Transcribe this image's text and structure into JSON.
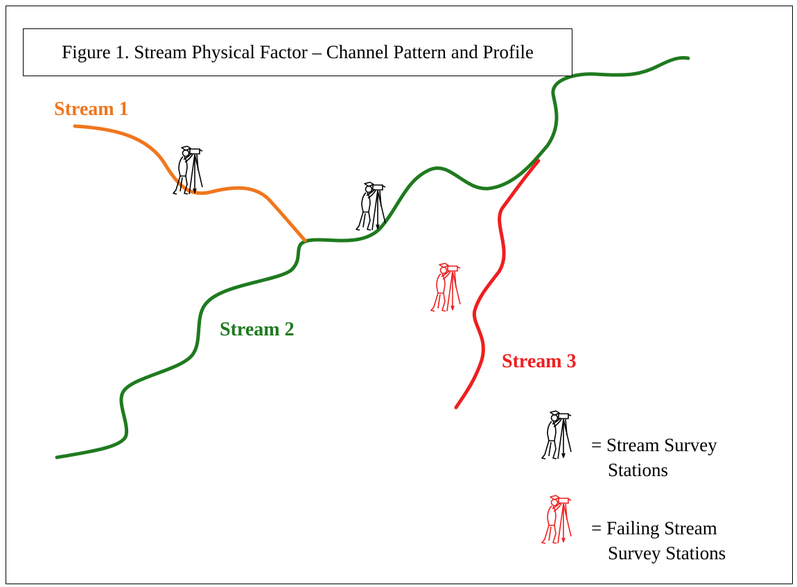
{
  "figure": {
    "title": "Figure 1. Stream Physical Factor – Channel Pattern and Profile"
  },
  "streams": [
    {
      "label": "Stream 1",
      "color": "#f0761d"
    },
    {
      "label": "Stream 2",
      "color": "#1f7a1f"
    },
    {
      "label": "Stream 3",
      "color": "#ee1f1f"
    }
  ],
  "stations": [
    {
      "stream": "Stream 1",
      "status": "normal",
      "icon": "surveyor-icon"
    },
    {
      "stream": "Stream 2",
      "status": "normal",
      "icon": "surveyor-icon"
    },
    {
      "stream": "Stream 3",
      "status": "failing",
      "icon": "surveyor-icon"
    }
  ],
  "legend": {
    "normal": {
      "eq": "=",
      "line1": "Stream Survey",
      "line2": "Stations",
      "color": "#000000"
    },
    "failing": {
      "eq": "=",
      "line1": "Failing Stream",
      "line2": "Survey Stations",
      "color": "#ee1f1f"
    }
  }
}
